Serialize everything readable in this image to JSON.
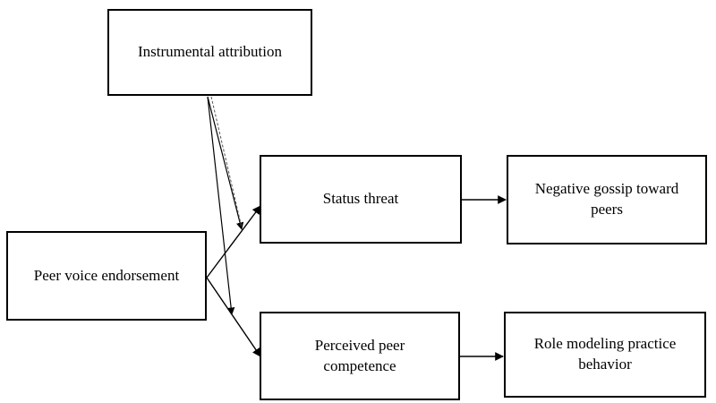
{
  "nodes": {
    "instrumental": "Instrumental attribution",
    "voice": "Peer voice endorsement",
    "status": "Status threat",
    "gossip": "Negative gossip toward peers",
    "competence": "Perceived peer competence",
    "role": "Role modeling practice behavior"
  },
  "edges": [
    {
      "from": "voice",
      "to": "status"
    },
    {
      "from": "voice",
      "to": "competence"
    },
    {
      "from": "status",
      "to": "gossip"
    },
    {
      "from": "competence",
      "to": "role"
    },
    {
      "from": "instrumental",
      "to": "voice-status path",
      "moderation": true
    },
    {
      "from": "instrumental",
      "to": "voice-competence path",
      "moderation": true
    }
  ]
}
